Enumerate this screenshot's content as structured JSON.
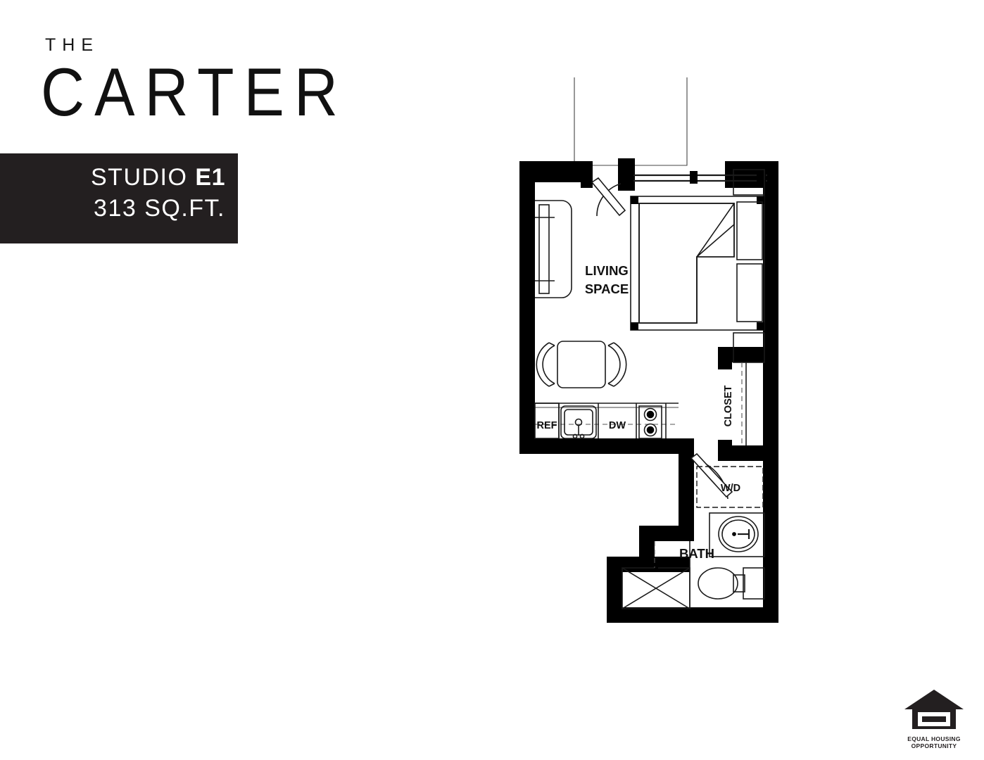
{
  "brand": {
    "line1": "THE",
    "line2": "CARTER"
  },
  "plan_label": {
    "name_prefix": "STUDIO ",
    "name_code": "E1",
    "area": "313 SQ.FT.",
    "background_color": "#231f20",
    "text_color": "#ffffff"
  },
  "floorplan": {
    "title": "Studio E1 Floor Plan",
    "wall_color": "#000000",
    "fixture_line_color": "#1a1a1a",
    "rooms": [
      {
        "label": "LIVING\nSPACE",
        "line1": "LIVING",
        "line2": "SPACE"
      },
      {
        "label": "CLOSET"
      },
      {
        "label": "BATH"
      }
    ],
    "room_living_line1": "LIVING",
    "room_living_line2": "SPACE",
    "room_closet": "CLOSET",
    "room_bath": "BATH",
    "appliances": {
      "refrigerator": "REF",
      "dishwasher": "DW",
      "washer_dryer": "W/D"
    },
    "fixtures": [
      "kitchen-sink",
      "cooktop-two-burner",
      "bathroom-sink",
      "toilet",
      "shower",
      "bed-queen",
      "nightstand",
      "sofa",
      "dining-table",
      "dining-chair",
      "closet-rod",
      "entry-door",
      "bathroom-door",
      "balcony",
      "window"
    ]
  },
  "eho": {
    "line1": "EQUAL HOUSING",
    "line2": "OPPORTUNITY",
    "alt": "Equal Housing Opportunity"
  }
}
